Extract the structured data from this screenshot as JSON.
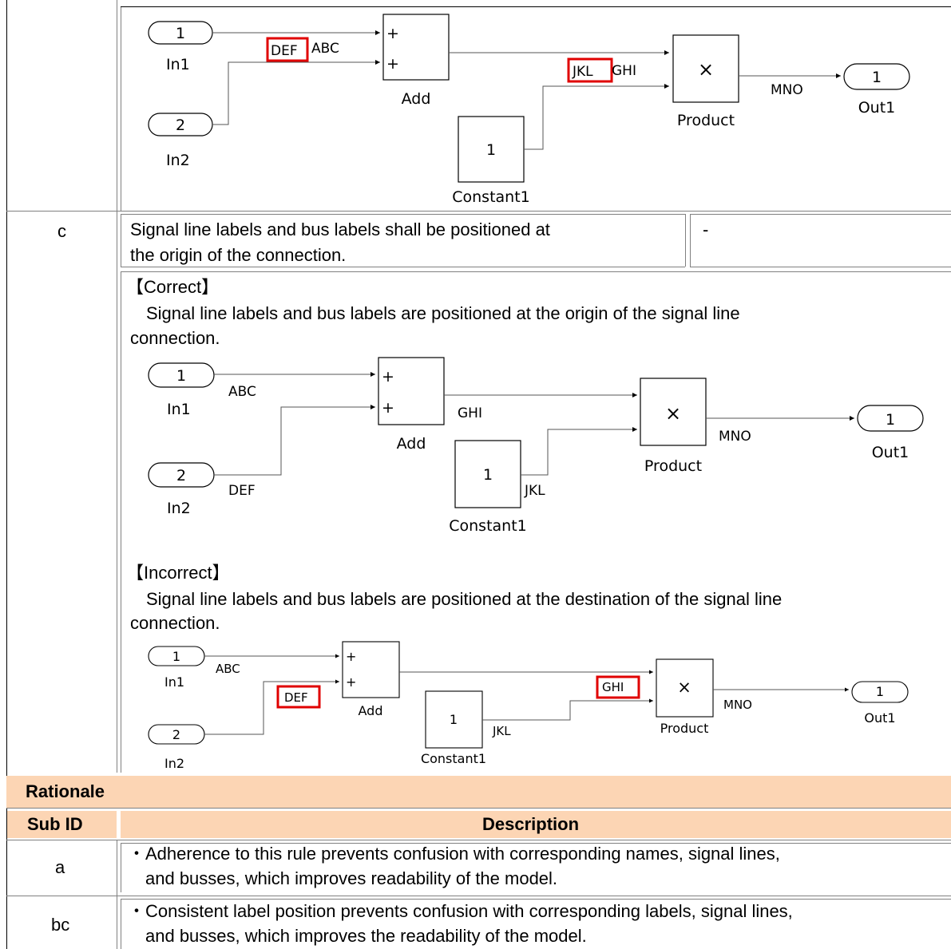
{
  "diagram_top": {
    "blocks": {
      "in1_num": "1",
      "in1": "In1",
      "in2_num": "2",
      "in2": "In2",
      "add_plus1": "+",
      "add_plus2": "+",
      "add": "Add",
      "const_val": "1",
      "constant": "Constant1",
      "product_sym": "×",
      "product": "Product",
      "out_num": "1",
      "out": "Out1"
    },
    "signals": {
      "abc": "ABC",
      "def": "DEF",
      "ghi": "GHI",
      "jkl": "JKL",
      "mno": "MNO"
    }
  },
  "row_c": {
    "sub_id": "c",
    "rule_line1": "Signal line labels and bus labels shall be positioned at",
    "rule_line2": "the origin of the connection.",
    "note": "-"
  },
  "correct": {
    "heading": "【Correct】",
    "desc_line1": "Signal line labels and bus labels are positioned at the origin of the signal line",
    "desc_line2": "connection.",
    "blocks": {
      "in1_num": "1",
      "in1": "In1",
      "in2_num": "2",
      "in2": "In2",
      "add_plus1": "+",
      "add_plus2": "+",
      "add": "Add",
      "const_val": "1",
      "constant": "Constant1",
      "product_sym": "×",
      "product": "Product",
      "out_num": "1",
      "out": "Out1"
    },
    "signals": {
      "abc": "ABC",
      "def": "DEF",
      "ghi": "GHI",
      "jkl": "JKL",
      "mno": "MNO"
    }
  },
  "incorrect": {
    "heading": "【Incorrect】",
    "desc_line1": "Signal line labels and bus labels are positioned at the destination of the signal line",
    "desc_line2": "connection.",
    "blocks": {
      "in1_num": "1",
      "in1": "In1",
      "in2_num": "2",
      "in2": "In2",
      "add_plus1": "+",
      "add_plus2": "+",
      "add": "Add",
      "const_val": "1",
      "constant": "Constant1",
      "product_sym": "×",
      "product": "Product",
      "out_num": "1",
      "out": "Out1"
    },
    "signals": {
      "abc": "ABC",
      "def": "DEF",
      "ghi": "GHI",
      "jkl": "JKL",
      "mno": "MNO"
    }
  },
  "rationale": {
    "title": "Rationale",
    "col_subid": "Sub ID",
    "col_desc": "Description",
    "rows": [
      {
        "id": "a",
        "line1": "・Adherence to this rule prevents confusion with corresponding names, signal lines,",
        "line2": "and busses, which improves readability of the model."
      },
      {
        "id": "bc",
        "line1": "・Consistent label position prevents confusion with corresponding labels, signal lines,",
        "line2": "and busses, which improves the readability of the model."
      }
    ]
  },
  "colors": {
    "header_bg": "#fcd5b4",
    "highlight": "#e00000",
    "border": "#808080"
  }
}
